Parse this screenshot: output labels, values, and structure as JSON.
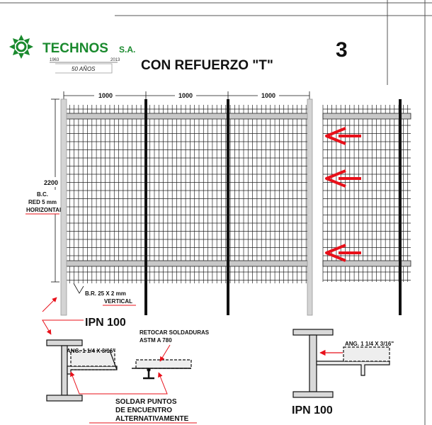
{
  "header": {
    "company": "TECHNOS",
    "company_suffix": "S.A.",
    "year_start": "1963",
    "year_end": "2013",
    "anniversary": "50 AÑOS",
    "sheet_number": "3",
    "title": "CON REFUERZO \"T\""
  },
  "dimensions": {
    "spans": [
      "1000",
      "1000",
      "1000"
    ],
    "height": "2200"
  },
  "labels": {
    "bc_line1": "B.C.",
    "bc_line2": "RED 5 mm",
    "bc_line3": "HORIZONTAL",
    "br_line1": "B.R.  25 X 2 mm",
    "br_line2": "VERTICAL",
    "ipn_left": "IPN 100",
    "ipn_right": "IPN 100",
    "retocar_line1": "RETOCAR SOLDADURAS",
    "retocar_line2": "ASTM A 780",
    "angle_left": "ANG. 1 1/4 X 3/16\"",
    "angle_right": "ANG. 1 1/4 X 3/16\"",
    "soldar_line1": "SOLDAR PUNTOS",
    "soldar_line2": "DE ENCUENTRO",
    "soldar_line3": "ALTERNATIVAMENTE"
  },
  "colors": {
    "brand_green": "#1a8a2e",
    "arrow_red": "#e8101a",
    "line_black": "#111111",
    "post_grey": "#d4d4d4"
  },
  "icons": {
    "logo": "technos-snowflake-logo-icon",
    "arrows": "red-direction-arrow-icon"
  }
}
